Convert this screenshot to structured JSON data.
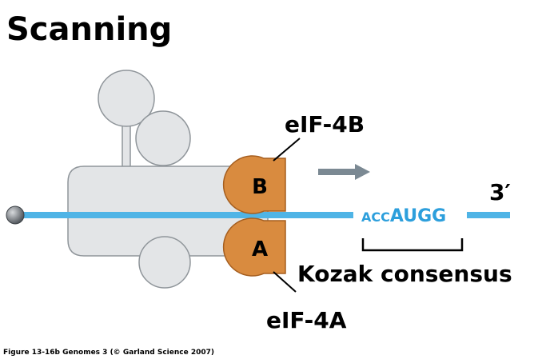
{
  "title": "Scanning",
  "caption": "Figure 13-16b  Genomes 3 (© Garland Science 2007)",
  "factors": {
    "b": {
      "letter": "B",
      "name": "eIF-4B"
    },
    "a": {
      "letter": "A",
      "name": "eIF-4A"
    }
  },
  "mrna": {
    "end_label": "3′",
    "kozak_small_prefix": "ACC",
    "kozak_large": "AUGG",
    "kozak_label": "Kozak consensus"
  },
  "colors": {
    "ribosome": "#e3e5e7",
    "ribosome_outline": "#8f959a",
    "factor": "#d98b3f",
    "factor_outline": "#a55e1f",
    "mrna": "#4fb4e6",
    "kozak_text": "#2d9fdc",
    "arrow": "#7b8993",
    "cap_dark": "#4a4f55",
    "cap_light": "#c9cdd1"
  },
  "icons": {
    "direction": "right-arrow-icon",
    "cap": "five-prime-cap-icon"
  }
}
